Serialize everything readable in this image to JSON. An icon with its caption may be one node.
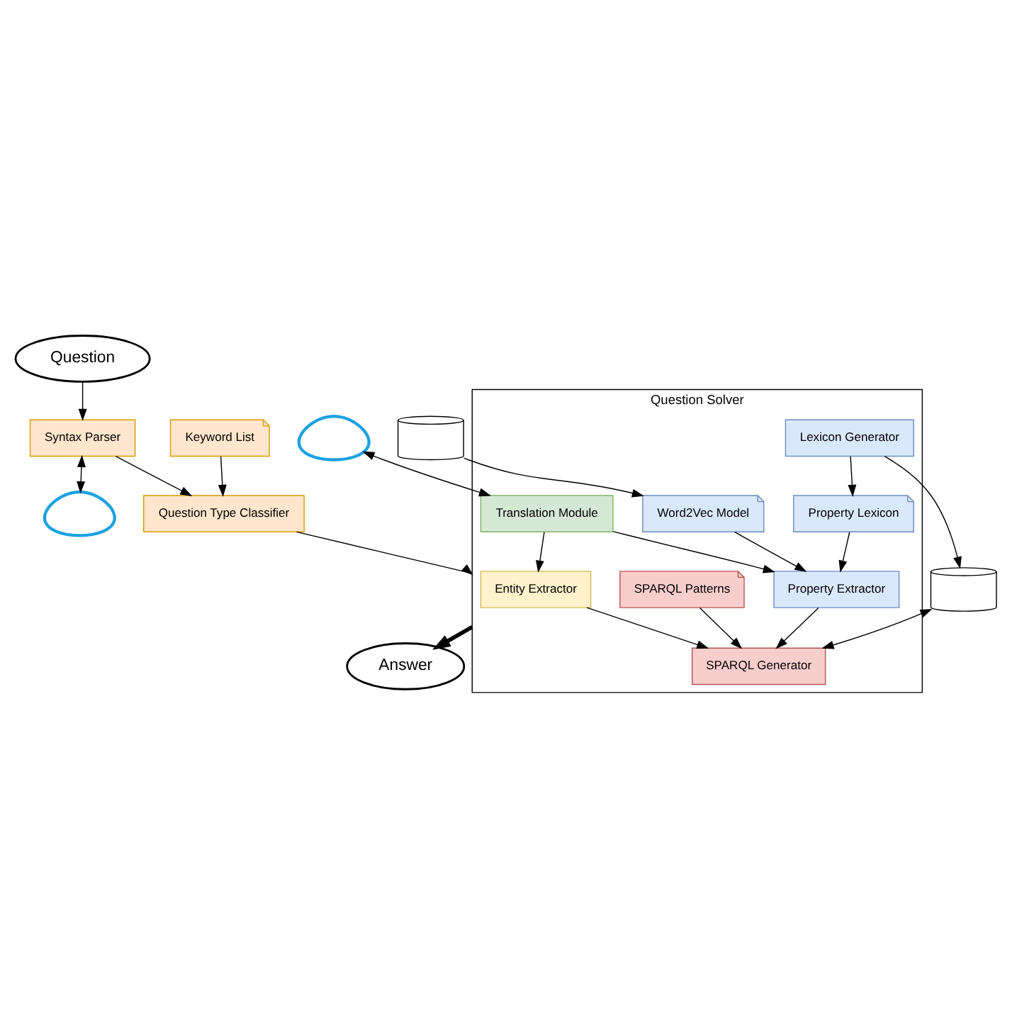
{
  "diagram": {
    "nodes": [
      {
        "text": [
          "Question"
        ]
      },
      {
        "text": [
          "Syntax Parser"
        ]
      },
      {
        "text": [],
        "shape": "cloud"
      },
      {
        "text": [
          "Question Type Classifier"
        ]
      },
      {
        "text": [
          "Keyword List"
        ]
      },
      {
        "text": [
          "Question Solver"
        ]
      },
      {
        "text": [
          "Entity Extractor"
        ],
        "in": 5
      },
      {
        "text": [
          "Property Extractor"
        ],
        "in": 5
      },
      {
        "text": [
          "Translation Module"
        ],
        "in": 5
      },
      {
        "text": [
          "Property Lexicon"
        ],
        "in": 5
      },
      {
        "text": [
          "Word2Vec Model"
        ],
        "in": 5
      },
      {
        "text": [
          "SPARQL Patterns"
        ],
        "in": 5
      },
      {
        "text": [
          "SPARQL Generator"
        ],
        "in": 5
      },
      {
        "text": [
          "Lexicon Generator"
        ],
        "in": 5
      },
      {
        "text": [],
        "shape": "cloud"
      },
      {
        "text": [],
        "shape": "cylinder"
      },
      {
        "text": [],
        "shape": "cylinder"
      },
      {
        "text": [
          "Answer"
        ]
      }
    ],
    "edges": [
      {
        "from": 0,
        "to": 1,
        "arrow": "to"
      },
      {
        "from": 1,
        "to": 2,
        "arrow": "both"
      },
      {
        "from": 1,
        "to": 3,
        "arrow": "to"
      },
      {
        "from": 4,
        "to": 3,
        "arrow": "to"
      },
      {
        "from": 3,
        "to": 5,
        "arrow": "to"
      },
      {
        "from": 8,
        "to": 6,
        "arrow": "to"
      },
      {
        "from": 8,
        "to": 7,
        "arrow": "to"
      },
      {
        "from": 6,
        "to": 12,
        "arrow": "to"
      },
      {
        "from": 7,
        "to": 12,
        "arrow": "to"
      },
      {
        "from": 14,
        "to": 8,
        "arrow": "both"
      },
      {
        "from": 9,
        "to": 7,
        "arrow": "to"
      },
      {
        "from": 10,
        "to": 7,
        "arrow": "to"
      },
      {
        "from": 15,
        "to": 10,
        "arrow": "to"
      },
      {
        "from": 13,
        "to": 9,
        "arrow": "to"
      },
      {
        "from": 11,
        "to": 12,
        "arrow": "to"
      },
      {
        "from": 16,
        "to": 12,
        "arrow": "both"
      },
      {
        "from": 13,
        "to": 16,
        "arrow": "to"
      },
      {
        "from": 5,
        "to": 17,
        "arrow": "to",
        "style": "thick"
      }
    ]
  }
}
